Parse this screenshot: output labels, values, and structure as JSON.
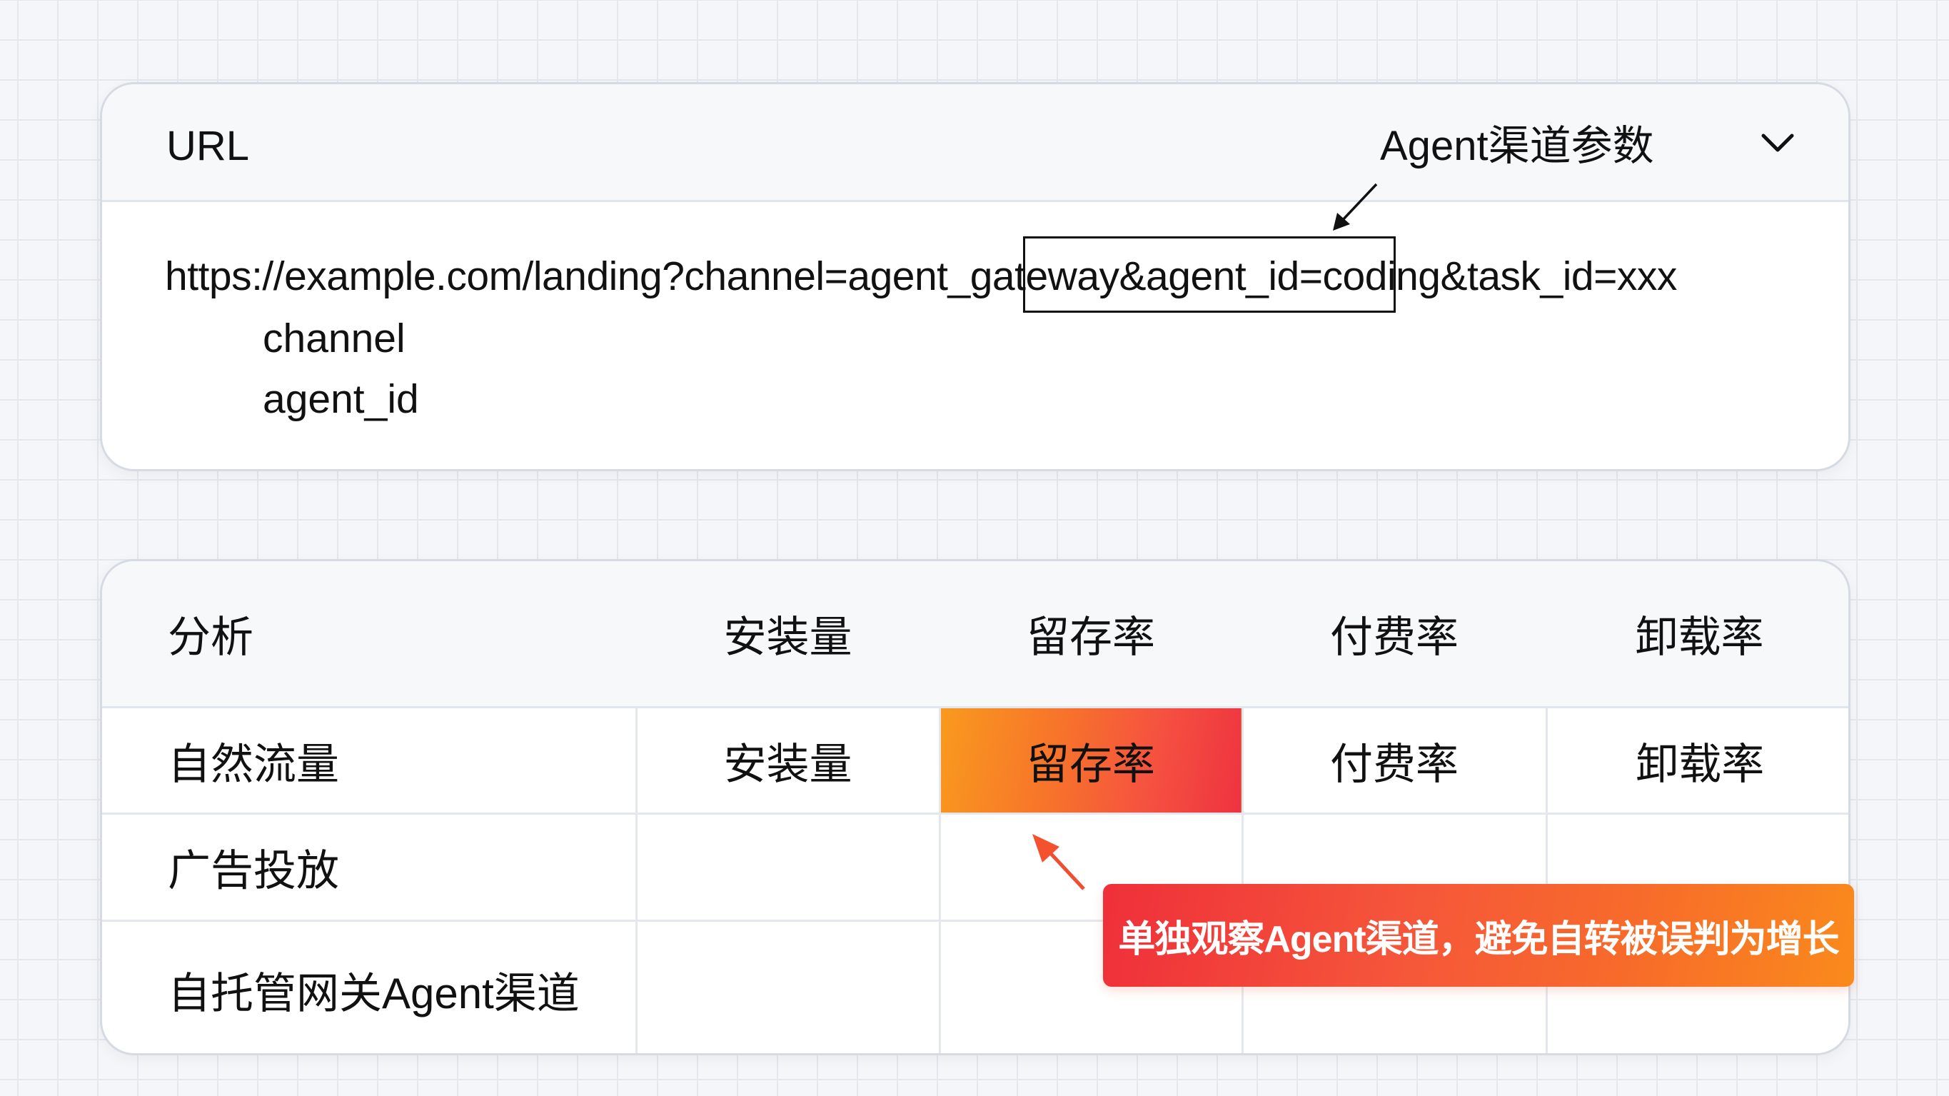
{
  "url_panel": {
    "header_label": "URL",
    "annotation_label": "Agent渠道参数",
    "chevron_icon": "chevron-down-icon",
    "url_parts": {
      "before": "https://example.com/landing?channel=agent",
      "highlighted": "_gateway&agent_id",
      "after": "=coding&task_id=xxx"
    },
    "params": [
      "channel",
      "agent_id"
    ]
  },
  "analysis_table": {
    "headers": [
      "分析",
      "安装量",
      "留存率",
      "付费率",
      "卸载率"
    ],
    "rows": [
      {
        "label": "自然流量",
        "cells": [
          "安装量",
          "留存率",
          "付费率",
          "卸载率"
        ],
        "highlighted_index": 1
      },
      {
        "label": "广告投放",
        "cells": [
          "",
          "",
          "",
          ""
        ]
      },
      {
        "label": "自托管网关Agent渠道",
        "cells": [
          "",
          "",
          "",
          ""
        ]
      }
    ]
  },
  "callout": {
    "text": "单独观察Agent渠道，避免自转被误判为增长"
  },
  "colors": {
    "highlight_gradient_start": "#f99a1e",
    "highlight_gradient_end": "#ee3340",
    "callout_gradient_start": "#ef2f3a",
    "callout_gradient_end": "#fa8a1c",
    "arrow_accent": "#f04e30"
  }
}
